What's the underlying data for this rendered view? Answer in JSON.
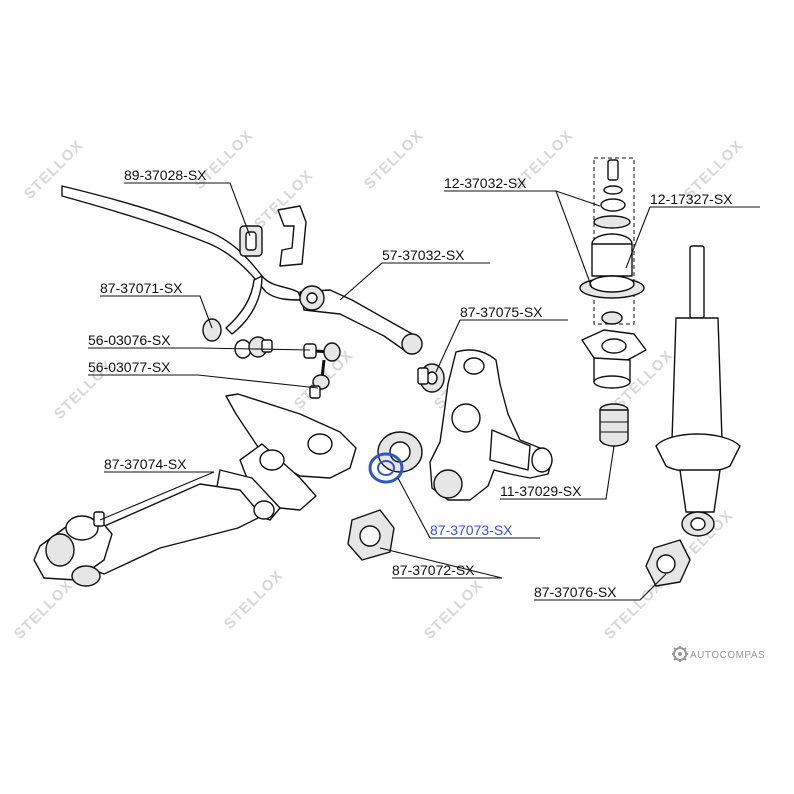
{
  "watermark": {
    "text": "STELLOX"
  },
  "brand": {
    "text": "AUTOCOMPAS"
  },
  "colors": {
    "highlight": "#2f55c8",
    "ink": "#111111",
    "watermark": "#d8d8d8"
  },
  "labels": {
    "p89_37028": "89-37028-SX",
    "p87_37071": "87-37071-SX",
    "p56_03076": "56-03076-SX",
    "p56_03077": "56-03077-SX",
    "p57_37032": "57-37032-SX",
    "p87_37075": "87-37075-SX",
    "p12_37032": "12-37032-SX",
    "p12_17327": "12-17327-SX",
    "p11_37029": "11-37029-SX",
    "p87_37074": "87-37074-SX",
    "p87_37073": "87-37073-SX",
    "p87_37072": "87-37072-SX",
    "p87_37076": "87-37076-SX"
  },
  "highlighted_part": "87-37073-SX"
}
